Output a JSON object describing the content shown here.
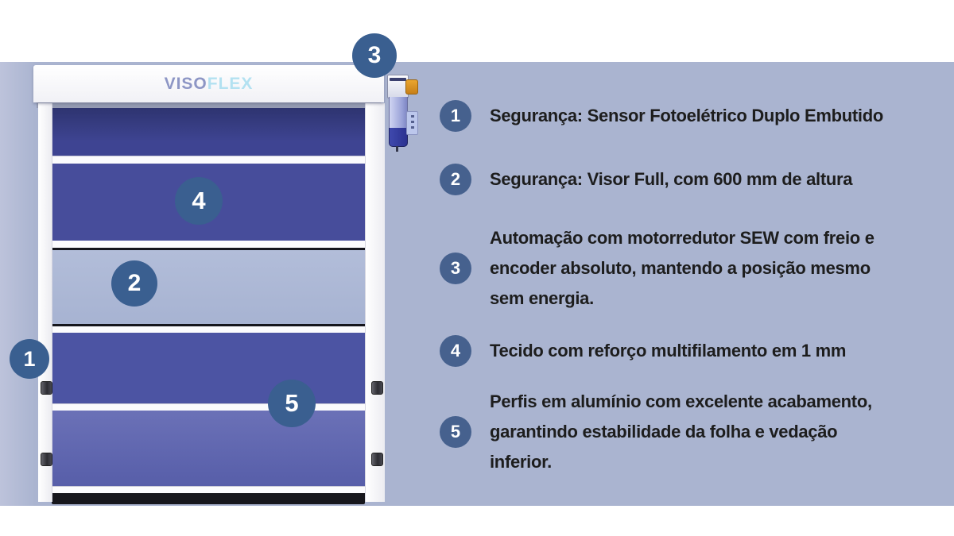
{
  "brand": {
    "viso": "VISO",
    "flex": "FLEX"
  },
  "door_callouts": [
    "1",
    "2",
    "3",
    "4",
    "5"
  ],
  "legend": {
    "items": [
      {
        "number": "1",
        "text": "Segurança: Sensor Fotoelétrico Duplo Embutido"
      },
      {
        "number": "2",
        "text": "Segurança: Visor Full, com 600 mm de altura"
      },
      {
        "number": "3",
        "text": "Automação com motorredutor SEW com freio e\nencoder absoluto, mantendo a posição mesmo\nsem energia."
      },
      {
        "number": "4",
        "text": "Tecido com reforço multifilamento em 1 mm"
      },
      {
        "number": "5",
        "text": "Perfis em alumínio com excelente acabamento,\ngarantindo estabilidade da folha e vedação\ninferior."
      }
    ]
  },
  "colors": {
    "band": "#aab4d0",
    "band_edge": "#bdc3db",
    "logo_viso": "#8d96c5",
    "logo_flex": "#b3e1f1",
    "panel_dark": "#3e4492",
    "panel_shadow": "#2e3470",
    "panel_mid": "#474d9b",
    "panel_mid2": "#4c54a3",
    "panel_visor": "#b2bdd9",
    "panel_bottom": "#575ea9",
    "panel_bottom_hi": "#6b71b7",
    "black_strip": "#17171d",
    "circle_door": "#3a5f90",
    "circle_list": "#46618e",
    "motor_orange": "#eaa52e",
    "motor_dark": "#2b3190",
    "bracket_light": "#bcc7ec",
    "text": "#1d1d1d"
  }
}
